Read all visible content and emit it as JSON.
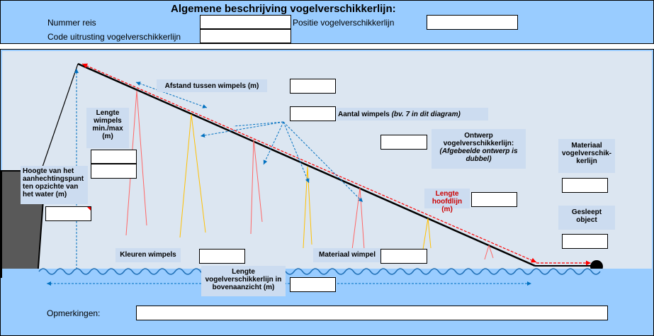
{
  "header": {
    "title": "Algemene beschrijving vogelverschikkerlijn:",
    "trip_number_label": "Nummer reis",
    "device_code_label": "Code uitrusting vogelverschikkerlijn",
    "position_label": "Positie vogelverschikkerlijn",
    "trip_number_value": "",
    "device_code_value": "",
    "position_value": ""
  },
  "diagram": {
    "streamer_spacing_label": "Afstand tussen wimpels (m)",
    "streamer_count_label_bold": "Aantal wimpels ",
    "streamer_count_label_italic": "(bv. 7 in dit diagram)",
    "streamer_length_label": "Lengte wimpels min./max (m)",
    "design_label": "Ontwerp vogelverschikkerlijn:",
    "design_note": "(Afgebeelde ontwerp is dubbel)",
    "material_label": "Materiaal vogelverschik-kerlijn",
    "attachment_height_label": "Hoogte van het aanhechtingspunt ten opzichte van het water (m)",
    "main_line_length_label": "Lengte hoofdlijn (m)",
    "towed_object_label": "Gesleept object",
    "streamer_colors_label": "Kleuren wimpels",
    "streamer_material_label": "Materiaal wimpel",
    "aerial_length_label": "Lengte vogelverschikkerlijn in bovenaanzicht (m)"
  },
  "footer": {
    "remarks_label": "Opmerkingen:",
    "remarks_value": ""
  },
  "colors": {
    "panel": "#99ccff",
    "diagram_bg": "#dce6f1",
    "label_bg": "#ccdcf0",
    "main_line": "#000000",
    "dash_red": "#ff0000",
    "dash_blue": "#0070c0",
    "streamer_red": "#ff6666",
    "streamer_yellow": "#ffc000",
    "wave": "#1f6fb5"
  }
}
